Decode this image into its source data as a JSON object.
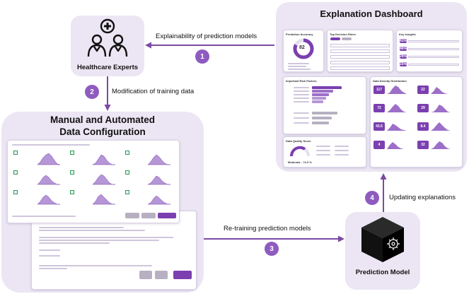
{
  "dashboard": {
    "title": "Explanation Dashboard",
    "cards": {
      "prediction_accuracy": "Prediction Accuracy",
      "accuracy_value": "82",
      "top_decision_rules": "Top Decision Rules",
      "key_insights": "Key Insights",
      "important_risk_factors": "Important Risk Factors",
      "data_density": "Data Density Distribution",
      "data_quality_score": "Data Quality Score",
      "quality_value": "Moderate - 74.3 %",
      "insight_pcts": [
        "41%",
        "46%",
        "29%",
        "25%"
      ],
      "density_values": [
        "117",
        "22",
        "72",
        "29",
        "43.5",
        "8.4",
        "4",
        "32"
      ]
    }
  },
  "experts": {
    "label": "Healthcare Experts"
  },
  "configuration": {
    "title_line1": "Manual and Automated",
    "title_line2": "Data Configuration"
  },
  "model": {
    "label": "Prediction Model"
  },
  "flows": {
    "explainability": "Explainability of prediction models",
    "modification": "Modification of training data",
    "retraining": "Re-training prediction models",
    "updating": "Updating explanations"
  },
  "steps": [
    "1",
    "2",
    "3",
    "4"
  ],
  "colors": {
    "accent": "#7b3fb0",
    "panel": "#ece6f4",
    "step": "#8e5bbf",
    "arrow": "#7b4aa3"
  }
}
